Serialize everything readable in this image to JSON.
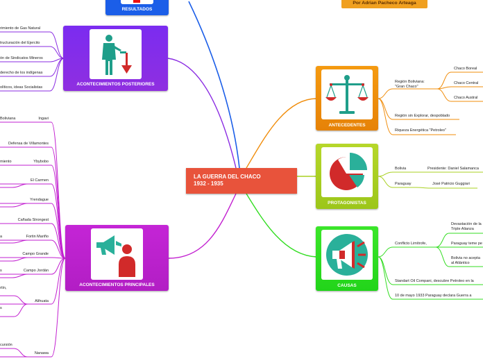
{
  "central": {
    "title_line1": "LA GUERRA DEL CHACO",
    "title_line2": "1932 - 1935"
  },
  "author": "Por Adrian Pacheco Arteaga",
  "branches": {
    "resultados": {
      "label": "RESULTADOS",
      "color": "#1b5ee8"
    },
    "posteriores": {
      "label": "ACONTECIMIENTOS POSTERIORES",
      "color": "#8a2be2",
      "items": [
        "rimiento de Gas Natural",
        "tructuración del Ejercito",
        "ón de Sindicatos Mineros",
        "derecho de los indígenas",
        "olíticos, ideas Socialistas"
      ]
    },
    "antecedentes": {
      "label": "ANTECEDENTES",
      "color": "#f08c0a",
      "region": "Región Boliviana:\n\"Gran Chaco\"",
      "chacos": [
        "Chaco Boreal",
        "Chaco Central",
        "Chaco Austral"
      ],
      "items": [
        "Región sin Explorar, despoblado",
        "Riqueza Energética \"Petroleo\""
      ]
    },
    "protagonistas": {
      "label": "PROTAGONISTAS",
      "color": "#a8d020",
      "countries": [
        "Bolivia",
        "Paraguay"
      ],
      "leaders": [
        "Presidente: Daniel Salamanca",
        "José Patricio Guggiari"
      ]
    },
    "causas": {
      "label": "CAUSAS",
      "color": "#33dd22",
      "conflicto": "Conflicto Limítrofe,",
      "subitems": [
        "Devastación de la\nTriple Alianza",
        "Paraguay teme pe",
        "Bolivia no acepta\nal Atlántico"
      ],
      "items": [
        "Standart Oil Compani, descubre Petroleo en la",
        "10 de mayo 1933 Paraguay declara Guerra a"
      ]
    },
    "principales": {
      "label": "ACONTECIMIENTOS PRINCIPALES",
      "color": "#c21fd0",
      "battles": [
        "Ingavi",
        "Defensa de Villamontes",
        "Ybybobo",
        "El Carmen",
        "Yrendague",
        "Cañada Strongest",
        "Fortin Mariño",
        "Campo Grande",
        "Campo Jordán",
        "Alihuata",
        "Nanawa"
      ],
      "left_fragments": [
        "Boliviana",
        "miento",
        "a",
        "s",
        "rtín,",
        "s",
        "cursión"
      ]
    }
  },
  "colors": {
    "central": "#e8533b",
    "author": "#f0a020"
  },
  "icons": [
    "business-man-arrow-down-icon",
    "scales-icon",
    "pie-chart-icon",
    "megaphone-icon",
    "speaker-person-icon"
  ]
}
